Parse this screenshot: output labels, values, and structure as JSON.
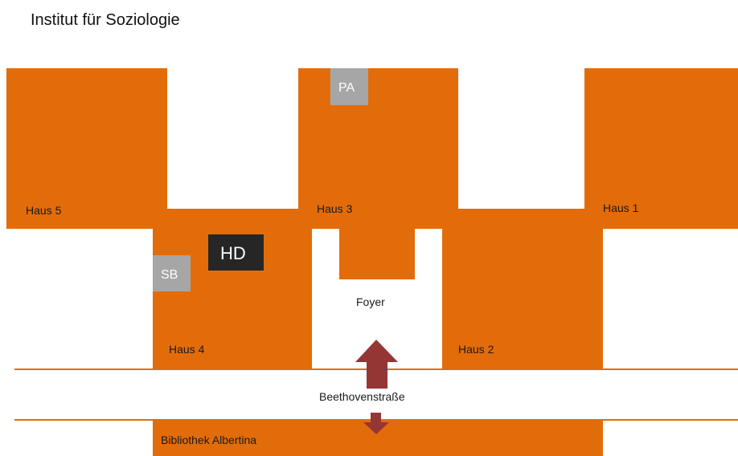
{
  "title": "Institut für Soziologie",
  "colors": {
    "building": "#e36c0a",
    "road_line": "#e36c0a",
    "grey_box": "#a6a6a6",
    "dark_box": "#262626",
    "arrow": "#943634",
    "background": "#ffffff"
  },
  "buildings": {
    "haus5": "Haus 5",
    "haus3": "Haus 3",
    "haus1": "Haus 1",
    "haus4": "Haus 4",
    "haus2": "Haus 2",
    "foyer": "Foyer",
    "bibliothek": "Bibliothek Albertina"
  },
  "markers": {
    "pa": "PA",
    "sb": "SB",
    "hd": "HD"
  },
  "street": "Beethovenstraße",
  "icons": {
    "entrance_arrow": "double-arrow-up-down"
  }
}
